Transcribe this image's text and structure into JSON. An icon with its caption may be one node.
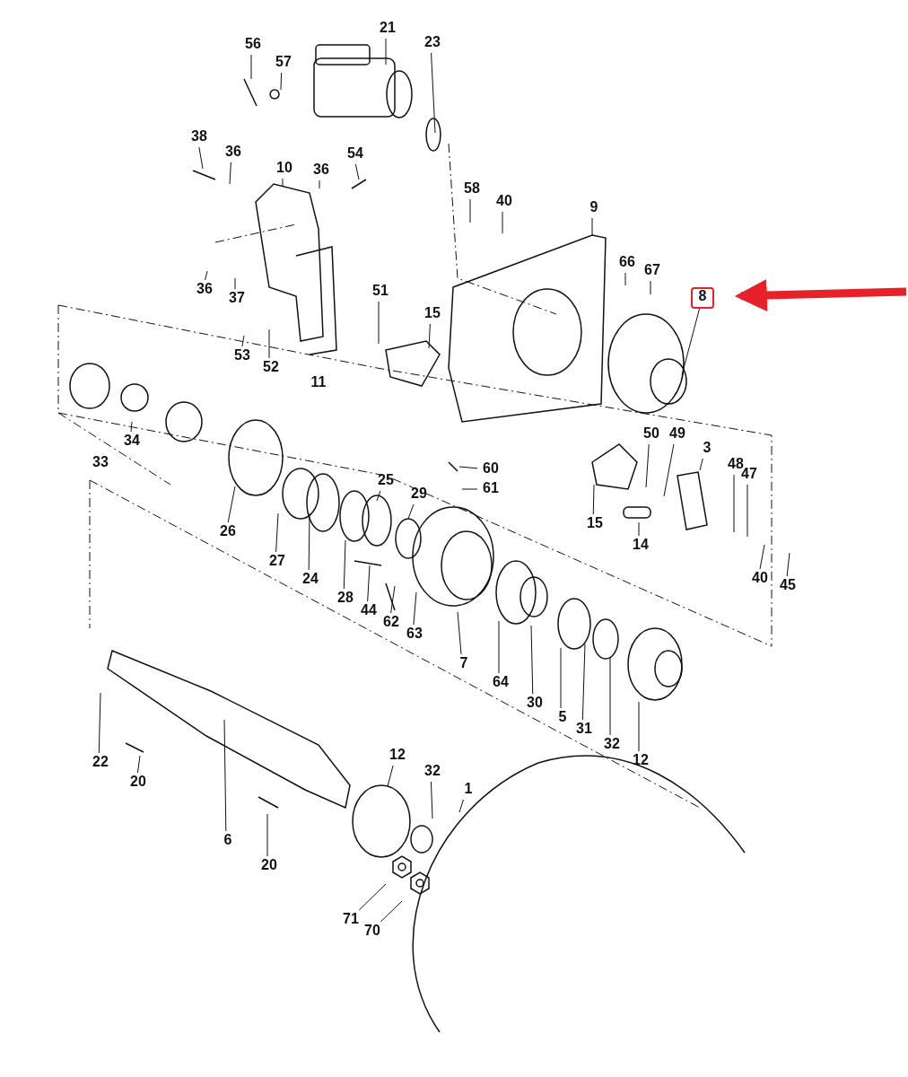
{
  "diagram": {
    "nodes": [
      {
        "text": [
          "21"
        ]
      },
      {
        "text": [
          "23"
        ]
      },
      {
        "text": [
          "56"
        ]
      },
      {
        "text": [
          "57"
        ]
      },
      {
        "text": [
          "38"
        ]
      },
      {
        "text": [
          "36"
        ]
      },
      {
        "text": [
          "54"
        ]
      },
      {
        "text": [
          "10"
        ]
      },
      {
        "text": [
          "36"
        ]
      },
      {
        "text": [
          "58"
        ]
      },
      {
        "text": [
          "40"
        ]
      },
      {
        "text": [
          "9"
        ]
      },
      {
        "text": [
          "66"
        ]
      },
      {
        "text": [
          "67"
        ]
      },
      {
        "text": [
          "36"
        ]
      },
      {
        "text": [
          "51"
        ]
      },
      {
        "text": [
          "8"
        ]
      },
      {
        "text": [
          "37"
        ]
      },
      {
        "text": [
          "15"
        ]
      },
      {
        "text": [
          "53"
        ]
      },
      {
        "text": [
          "52"
        ]
      },
      {
        "text": [
          "11"
        ]
      },
      {
        "text": [
          "50"
        ]
      },
      {
        "text": [
          "49"
        ]
      },
      {
        "text": [
          "34"
        ]
      },
      {
        "text": [
          "3"
        ]
      },
      {
        "text": [
          "33"
        ]
      },
      {
        "text": [
          "48"
        ]
      },
      {
        "text": [
          "60"
        ]
      },
      {
        "text": [
          "47"
        ]
      },
      {
        "text": [
          "25"
        ]
      },
      {
        "text": [
          "61"
        ]
      },
      {
        "text": [
          "29"
        ]
      },
      {
        "text": [
          "15"
        ]
      },
      {
        "text": [
          "26"
        ]
      },
      {
        "text": [
          "14"
        ]
      },
      {
        "text": [
          "27"
        ]
      },
      {
        "text": [
          "40"
        ]
      },
      {
        "text": [
          "24"
        ]
      },
      {
        "text": [
          "45"
        ]
      },
      {
        "text": [
          "28"
        ]
      },
      {
        "text": [
          "44"
        ]
      },
      {
        "text": [
          "62"
        ]
      },
      {
        "text": [
          "63"
        ]
      },
      {
        "text": [
          "7"
        ]
      },
      {
        "text": [
          "64"
        ]
      },
      {
        "text": [
          "30"
        ]
      },
      {
        "text": [
          "5"
        ]
      },
      {
        "text": [
          "31"
        ]
      },
      {
        "text": [
          "12"
        ]
      },
      {
        "text": [
          "32"
        ]
      },
      {
        "text": [
          "12"
        ]
      },
      {
        "text": [
          "22"
        ]
      },
      {
        "text": [
          "32"
        ]
      },
      {
        "text": [
          "20"
        ]
      },
      {
        "text": [
          "1"
        ]
      },
      {
        "text": [
          "6"
        ]
      },
      {
        "text": [
          "20"
        ]
      },
      {
        "text": [
          "71"
        ]
      },
      {
        "text": [
          "70"
        ]
      }
    ],
    "edges": [
      {
        "from": 0,
        "to": null,
        "arrow": "none"
      },
      {
        "from": 1,
        "to": null,
        "arrow": "none"
      },
      {
        "from": 2,
        "to": null,
        "arrow": "none"
      },
      {
        "from": 3,
        "to": null,
        "arrow": "none"
      },
      {
        "from": 4,
        "to": null,
        "arrow": "none"
      },
      {
        "from": 5,
        "to": null,
        "arrow": "none"
      },
      {
        "from": 6,
        "to": null,
        "arrow": "none"
      },
      {
        "from": 7,
        "to": null,
        "arrow": "none"
      },
      {
        "from": 8,
        "to": null,
        "arrow": "none"
      },
      {
        "from": 9,
        "to": null,
        "arrow": "none"
      },
      {
        "from": 10,
        "to": null,
        "arrow": "none"
      },
      {
        "from": 11,
        "to": null,
        "arrow": "none"
      },
      {
        "from": 12,
        "to": null,
        "arrow": "none"
      },
      {
        "from": 13,
        "to": null,
        "arrow": "none"
      },
      {
        "from": 14,
        "to": null,
        "arrow": "none"
      },
      {
        "from": 15,
        "to": null,
        "arrow": "none"
      },
      {
        "from": 16,
        "to": null,
        "arrow": "none"
      },
      {
        "from": 17,
        "to": null,
        "arrow": "none"
      },
      {
        "from": 18,
        "to": null,
        "arrow": "none"
      },
      {
        "from": 19,
        "to": null,
        "arrow": "none"
      },
      {
        "from": 20,
        "to": null,
        "arrow": "none"
      },
      {
        "from": 22,
        "to": null,
        "arrow": "none"
      },
      {
        "from": 23,
        "to": null,
        "arrow": "none"
      },
      {
        "from": 24,
        "to": null,
        "arrow": "none"
      },
      {
        "from": 25,
        "to": null,
        "arrow": "none"
      },
      {
        "from": 27,
        "to": null,
        "arrow": "none"
      },
      {
        "from": 28,
        "to": null,
        "arrow": "none"
      },
      {
        "from": 29,
        "to": null,
        "arrow": "none"
      },
      {
        "from": 30,
        "to": null,
        "arrow": "none"
      },
      {
        "from": 31,
        "to": null,
        "arrow": "none"
      },
      {
        "from": 32,
        "to": null,
        "arrow": "none"
      },
      {
        "from": 33,
        "to": null,
        "arrow": "none"
      },
      {
        "from": 34,
        "to": null,
        "arrow": "none"
      },
      {
        "from": 35,
        "to": null,
        "arrow": "none"
      },
      {
        "from": 36,
        "to": null,
        "arrow": "none"
      },
      {
        "from": 37,
        "to": null,
        "arrow": "none"
      },
      {
        "from": 38,
        "to": null,
        "arrow": "none"
      },
      {
        "from": 39,
        "to": null,
        "arrow": "none"
      },
      {
        "from": 40,
        "to": null,
        "arrow": "none"
      },
      {
        "from": 41,
        "to": null,
        "arrow": "none"
      },
      {
        "from": 42,
        "to": null,
        "arrow": "none"
      },
      {
        "from": 43,
        "to": null,
        "arrow": "none"
      },
      {
        "from": 44,
        "to": null,
        "arrow": "none"
      },
      {
        "from": 45,
        "to": null,
        "arrow": "none"
      },
      {
        "from": 46,
        "to": null,
        "arrow": "none"
      },
      {
        "from": 47,
        "to": null,
        "arrow": "none"
      },
      {
        "from": 48,
        "to": null,
        "arrow": "none"
      },
      {
        "from": 49,
        "to": null,
        "arrow": "none"
      },
      {
        "from": 50,
        "to": null,
        "arrow": "none"
      },
      {
        "from": 51,
        "to": null,
        "arrow": "none"
      },
      {
        "from": 52,
        "to": null,
        "arrow": "none"
      },
      {
        "from": 53,
        "to": null,
        "arrow": "none"
      },
      {
        "from": 54,
        "to": null,
        "arrow": "none"
      },
      {
        "from": 55,
        "to": null,
        "arrow": "none"
      },
      {
        "from": 56,
        "to": null,
        "arrow": "none"
      },
      {
        "from": 57,
        "to": null,
        "arrow": "none"
      },
      {
        "from": 58,
        "to": null,
        "arrow": "none"
      },
      {
        "from": 59,
        "to": null,
        "arrow": "none"
      },
      {
        "from": null,
        "to": 16,
        "arrow": "to",
        "style": "thick",
        "color": "#e8202a"
      }
    ]
  }
}
